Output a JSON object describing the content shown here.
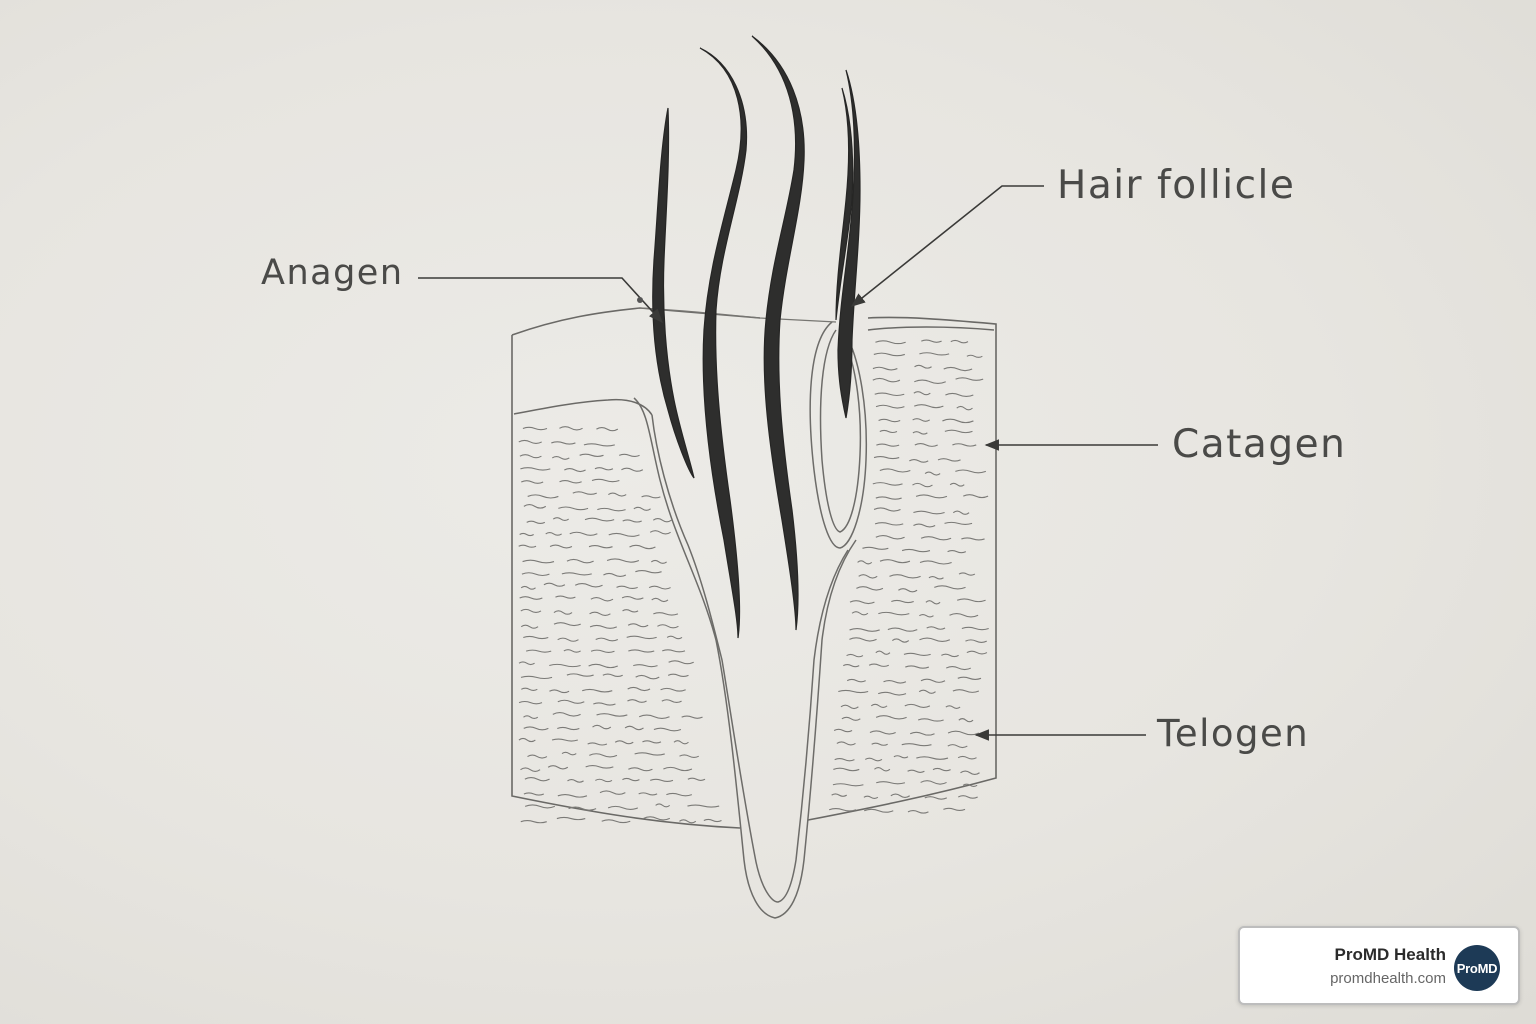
{
  "labels": {
    "anagen": "Anagen",
    "hair_follicle": "Hair follicle",
    "catagen": "Catagen",
    "telogen": "Telogen"
  },
  "badge": {
    "name": "ProMD Health",
    "url": "promdhealth.com",
    "logo_text": "ProMD"
  },
  "colors": {
    "paper": "#e6e4df",
    "ink": "#4a4a48",
    "logo": "#1d3a56"
  }
}
